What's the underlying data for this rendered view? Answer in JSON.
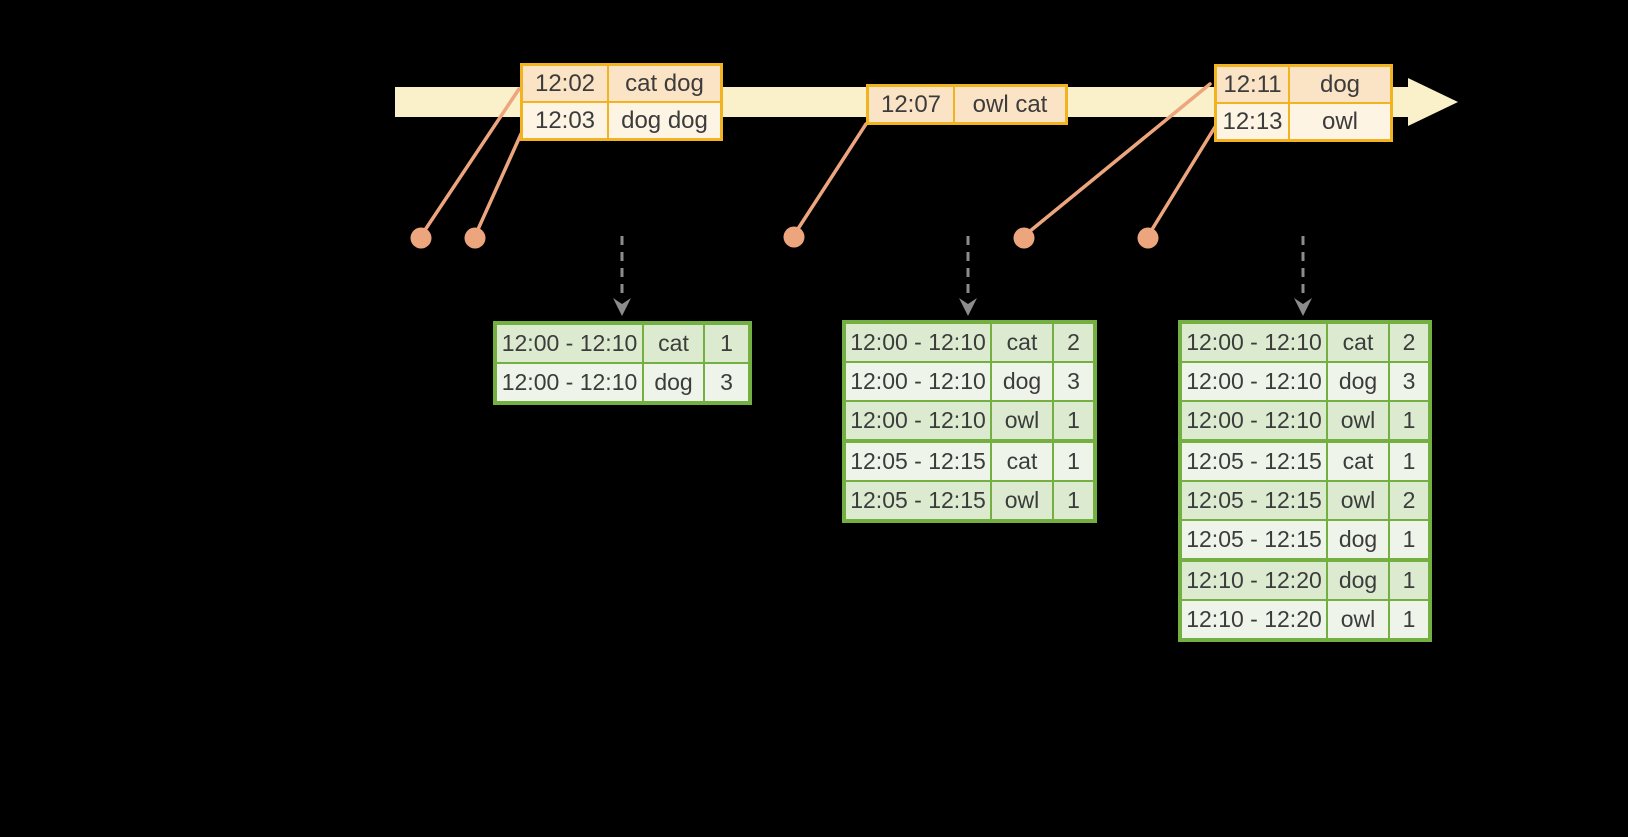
{
  "timeline": {
    "event_groups": [
      {
        "rows": [
          {
            "time": "12:02",
            "words": "cat dog"
          },
          {
            "time": "12:03",
            "words": "dog dog"
          }
        ]
      },
      {
        "rows": [
          {
            "time": "12:07",
            "words": "owl cat"
          }
        ]
      },
      {
        "rows": [
          {
            "time": "12:11",
            "words": "dog"
          },
          {
            "time": "12:13",
            "words": "owl"
          }
        ]
      }
    ]
  },
  "result_tables": [
    {
      "rows": [
        {
          "window": "12:00 - 12:10",
          "word": "cat",
          "count": "1"
        },
        {
          "window": "12:00 - 12:10",
          "word": "dog",
          "count": "3"
        }
      ]
    },
    {
      "rows": [
        {
          "window": "12:00 - 12:10",
          "word": "cat",
          "count": "2"
        },
        {
          "window": "12:00 - 12:10",
          "word": "dog",
          "count": "3"
        },
        {
          "window": "12:00 - 12:10",
          "word": "owl",
          "count": "1"
        },
        {
          "window": "12:05 - 12:15",
          "word": "cat",
          "count": "1"
        },
        {
          "window": "12:05 - 12:15",
          "word": "owl",
          "count": "1"
        }
      ]
    },
    {
      "rows": [
        {
          "window": "12:00 - 12:10",
          "word": "cat",
          "count": "2"
        },
        {
          "window": "12:00 - 12:10",
          "word": "dog",
          "count": "3"
        },
        {
          "window": "12:00 - 12:10",
          "word": "owl",
          "count": "1"
        },
        {
          "window": "12:05 - 12:15",
          "word": "cat",
          "count": "1"
        },
        {
          "window": "12:05 - 12:15",
          "word": "owl",
          "count": "2"
        },
        {
          "window": "12:05 - 12:15",
          "word": "dog",
          "count": "1"
        },
        {
          "window": "12:10 - 12:20",
          "word": "dog",
          "count": "1"
        },
        {
          "window": "12:10 - 12:20",
          "word": "owl",
          "count": "1"
        }
      ]
    }
  ],
  "colors": {
    "background": "#000000",
    "timeline_fill": "#FAF0C9",
    "event_border": "#F2B321",
    "event_fill_peach": "#FBE3C5",
    "event_fill_cream": "#FDF4E4",
    "connector": "#EDA57E",
    "trigger_arrow": "#8C8C8C",
    "table_border": "#74AF41",
    "table_fill_green": "#DCEAD0",
    "table_fill_light": "#EEF4EA",
    "text": "#3C3C3C"
  }
}
